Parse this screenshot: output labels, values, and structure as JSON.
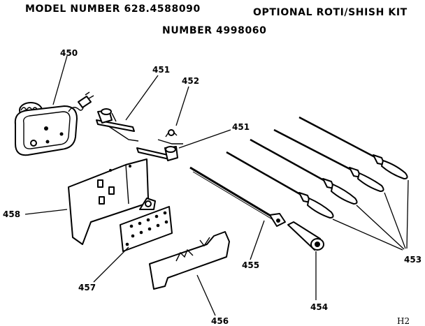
{
  "header": {
    "model_line": "MODEL NUMBER 628.4588090",
    "kit_line_1": "OPTIONAL ROTI/SHISH KIT",
    "kit_line_2": "NUMBER 4998060"
  },
  "callouts": {
    "p450": "450",
    "p451a": "451",
    "p451b": "451",
    "p452": "452",
    "p453": "453",
    "p454": "454",
    "p455": "455",
    "p456": "456",
    "p457": "457",
    "p458": "458"
  },
  "footer": {
    "code": "H2"
  }
}
